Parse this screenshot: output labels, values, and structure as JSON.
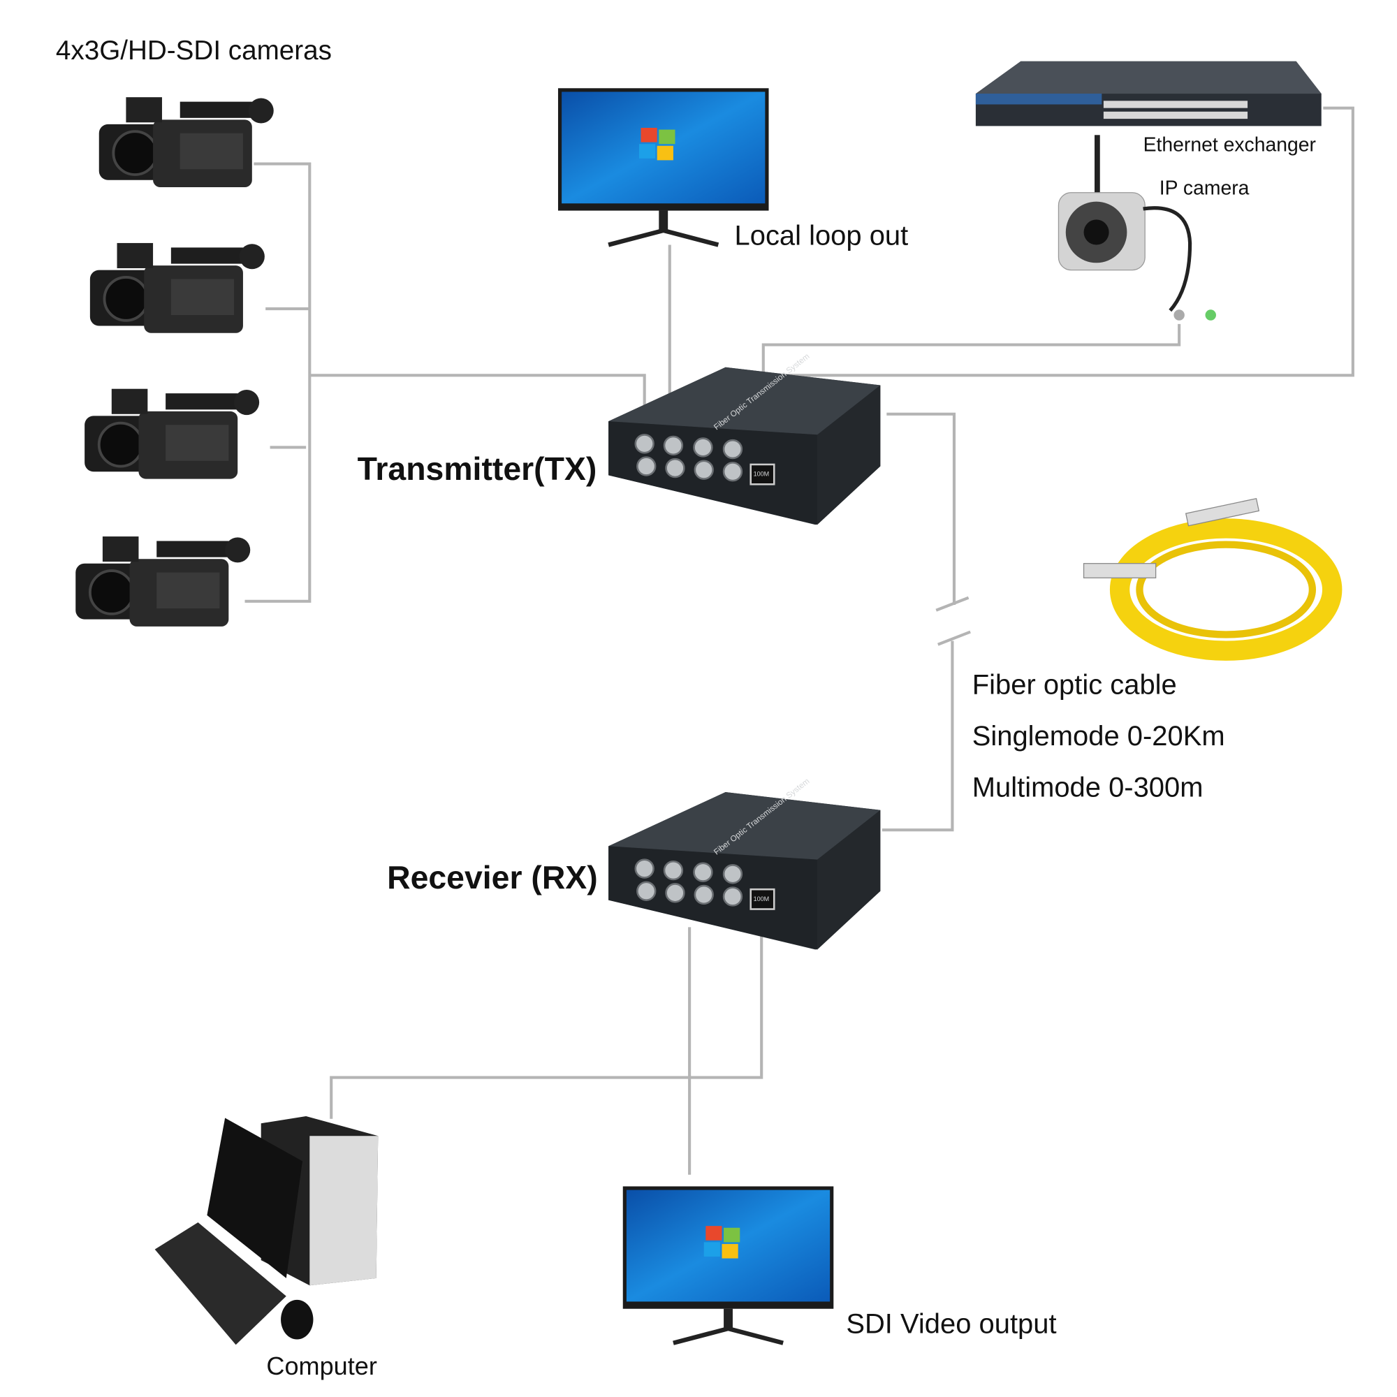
{
  "labels": {
    "cameras": "4x3G/HD-SDI cameras",
    "local_loop": "Local loop out",
    "switch": "Ethernet exchanger",
    "ip_camera": "IP camera",
    "transmitter": "Transmitter(TX)",
    "receiver": "Recevier (RX)",
    "fiber_title": "Fiber optic cable",
    "fiber_single": "Singlemode 0-20Km",
    "fiber_multi": "Multimode 0-300m",
    "computer": "Computer",
    "sdi_output": "SDI Video output"
  },
  "device_text": {
    "box_label": "Fiber Optic Transmission System",
    "port_label": "100M"
  },
  "colors": {
    "wire": "#b4b4b4",
    "device_body": "#2b2f33",
    "screen_blue": "#1a7fd6",
    "fiber_yellow": "#f5d20f"
  }
}
